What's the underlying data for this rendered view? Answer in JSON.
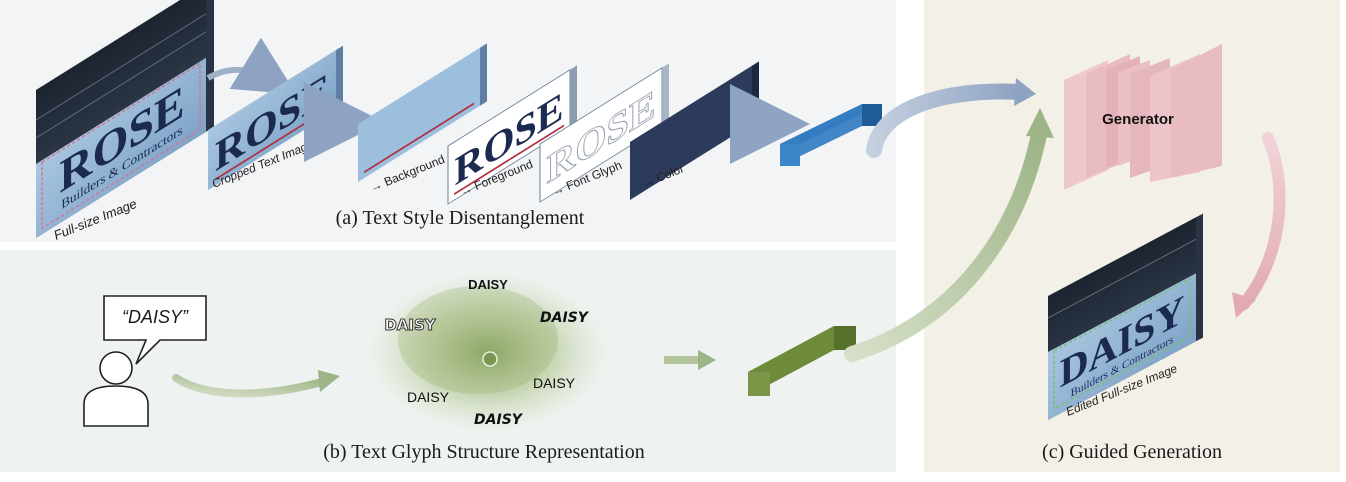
{
  "panel_a": {
    "caption": "(a) Text Style Disentanglement",
    "full_image_label": "Full-size Image",
    "sign_word": "ROSE",
    "sign_subtitle": "Builders & Contractors",
    "cropped_label": "Cropped Text Image",
    "components": [
      "→ Background",
      "→ Foreground",
      "→ Font Glyph",
      "→ Color"
    ]
  },
  "panel_b": {
    "caption": "(b) Text Glyph Structure Representation",
    "speech_text": "“DAISY”",
    "glyph_samples": [
      "DAISY",
      "DAISY",
      "DAISY",
      "DAISY",
      "DAISY",
      "DAISY"
    ]
  },
  "panel_c": {
    "caption": "(c) Guided Generation",
    "generator_label": "Generator",
    "output_label": "Edited Full-size Image",
    "sign_word": "DAISY",
    "sign_subtitle": "Builders & Contractors"
  },
  "colors": {
    "panel_a_bg": "#f3f4f6",
    "panel_b_bg": "#eef3f1",
    "panel_c_bg": "#f3f0e8",
    "style_embedding": "#1f6fb8",
    "glyph_embedding": "#6f8a3a",
    "generator": "#e8b8bf",
    "sign_blue": "#8fb4d4",
    "text_navy": "#1c2a52"
  }
}
